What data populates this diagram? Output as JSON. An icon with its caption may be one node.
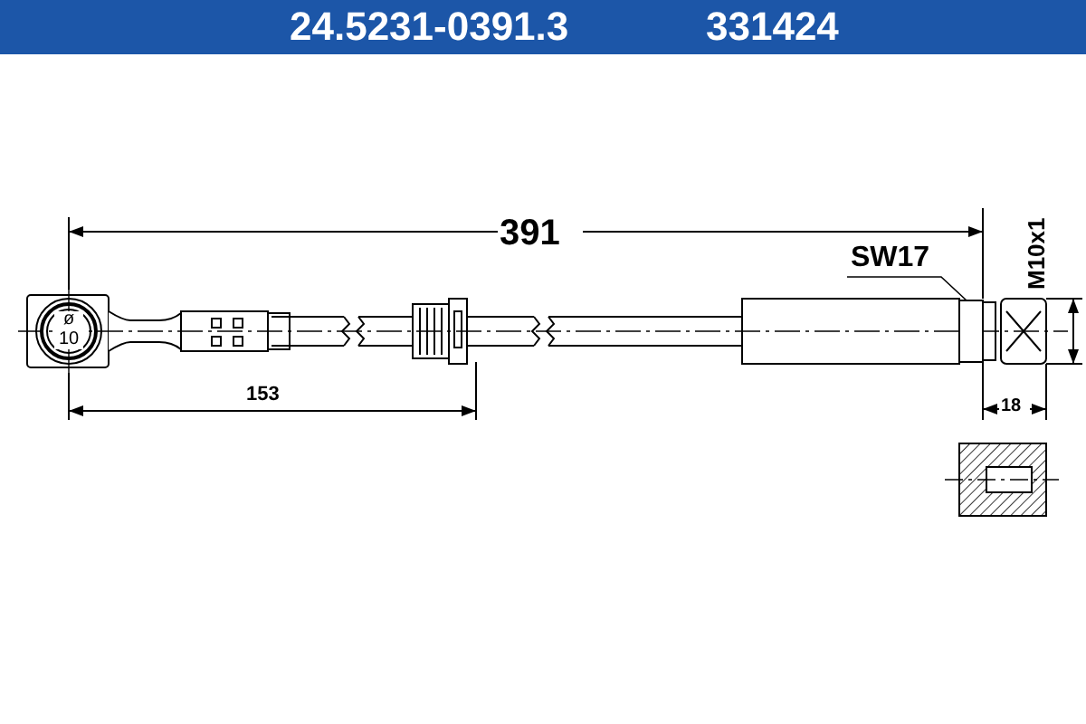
{
  "diagram": {
    "title": "24.5231-0391.3",
    "nodes": [
      {
        "text": [
          "SW17"
        ]
      },
      {
        "text": [],
        "shape": "box"
      }
    ],
    "edges": [
      {
        "from": 0,
        "to": 1,
        "arrow": "none"
      }
    ],
    "labels": [
      "331424",
      "391",
      "M10x1",
      "ø 10",
      "153",
      "18"
    ]
  }
}
